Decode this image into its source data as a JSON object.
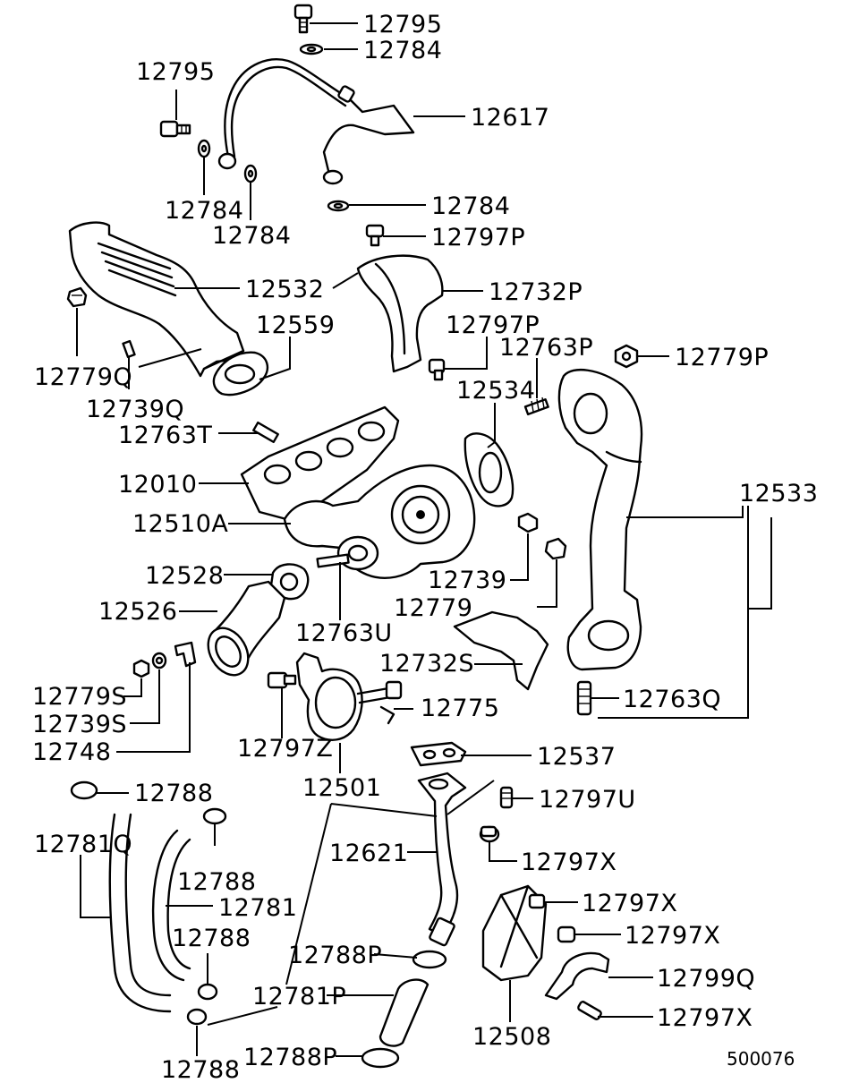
{
  "diagram": {
    "reference_code": "500076",
    "callouts": [
      {
        "id": "c01",
        "text": "12795"
      },
      {
        "id": "c02",
        "text": "12784"
      },
      {
        "id": "c03",
        "text": "12795"
      },
      {
        "id": "c04",
        "text": "12617"
      },
      {
        "id": "c05",
        "text": "12784"
      },
      {
        "id": "c06",
        "text": "12784"
      },
      {
        "id": "c07",
        "text": "12784"
      },
      {
        "id": "c08",
        "text": "12797P"
      },
      {
        "id": "c09",
        "text": "12532"
      },
      {
        "id": "c10",
        "text": "12732P"
      },
      {
        "id": "c11",
        "text": "12559"
      },
      {
        "id": "c12",
        "text": "12797P"
      },
      {
        "id": "c13",
        "text": "12763P"
      },
      {
        "id": "c14",
        "text": "12779P"
      },
      {
        "id": "c15",
        "text": "12779Q"
      },
      {
        "id": "c16",
        "text": "12534"
      },
      {
        "id": "c17",
        "text": "12739Q"
      },
      {
        "id": "c18",
        "text": "12763T"
      },
      {
        "id": "c19",
        "text": "12010"
      },
      {
        "id": "c20",
        "text": "12533"
      },
      {
        "id": "c21",
        "text": "12510A"
      },
      {
        "id": "c22",
        "text": "12528"
      },
      {
        "id": "c23",
        "text": "12739"
      },
      {
        "id": "c24",
        "text": "12526"
      },
      {
        "id": "c25",
        "text": "12779"
      },
      {
        "id": "c26",
        "text": "12763U"
      },
      {
        "id": "c27",
        "text": "12732S"
      },
      {
        "id": "c28",
        "text": "12779S"
      },
      {
        "id": "c29",
        "text": "12763Q"
      },
      {
        "id": "c30",
        "text": "12775"
      },
      {
        "id": "c31",
        "text": "12739S"
      },
      {
        "id": "c32",
        "text": "12748"
      },
      {
        "id": "c33",
        "text": "12797Z"
      },
      {
        "id": "c34",
        "text": "12537"
      },
      {
        "id": "c35",
        "text": "12501"
      },
      {
        "id": "c36",
        "text": "12788"
      },
      {
        "id": "c37",
        "text": "12797U"
      },
      {
        "id": "c38",
        "text": "12781Q"
      },
      {
        "id": "c39",
        "text": "12621"
      },
      {
        "id": "c40",
        "text": "12797X"
      },
      {
        "id": "c41",
        "text": "12788"
      },
      {
        "id": "c42",
        "text": "12781"
      },
      {
        "id": "c43",
        "text": "12797X"
      },
      {
        "id": "c44",
        "text": "12788"
      },
      {
        "id": "c45",
        "text": "12797X"
      },
      {
        "id": "c46",
        "text": "12788P"
      },
      {
        "id": "c47",
        "text": "12799Q"
      },
      {
        "id": "c48",
        "text": "12781P"
      },
      {
        "id": "c49",
        "text": "12797X"
      },
      {
        "id": "c50",
        "text": "12508"
      },
      {
        "id": "c51",
        "text": "12788P"
      },
      {
        "id": "c52",
        "text": "12788"
      }
    ]
  }
}
